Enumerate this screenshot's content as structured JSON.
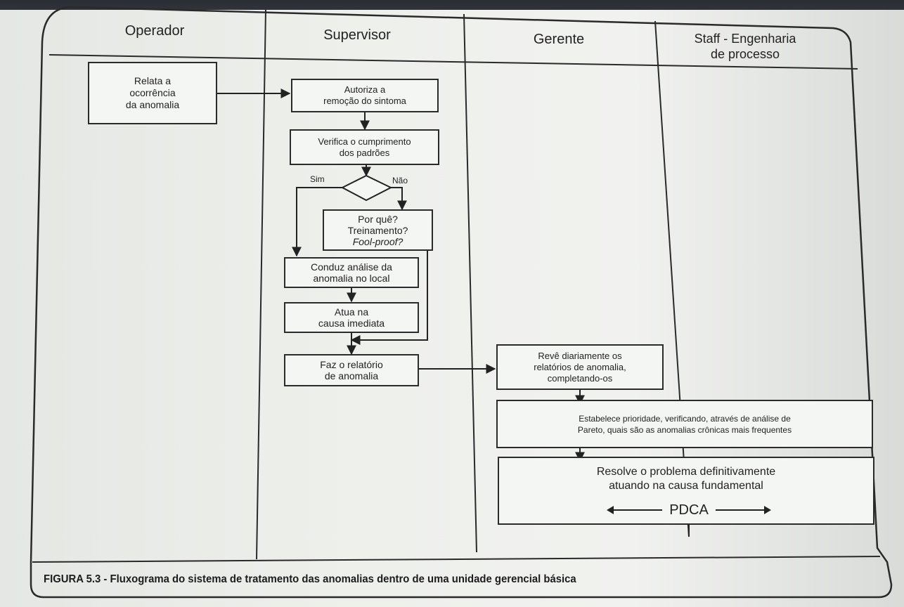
{
  "lanes": {
    "operador": "Operador",
    "supervisor": "Supervisor",
    "gerente": "Gerente",
    "staff": "Staff - Engenharia\nde processo"
  },
  "steps": {
    "relata": "Relata a\nocorrência\nda anomalia",
    "autoriza": "Autoriza a\nremoção do sintoma",
    "verifica": "Verifica o cumprimento\ndos padrões",
    "decisao_sim": "Sim",
    "decisao_nao": "Não",
    "porque_1": "Por quê?",
    "porque_2": "Treinamento?",
    "porque_3": "Fool-proof?",
    "conduz": "Conduz análise da\nanomalia no local",
    "atua": "Atua na\ncausa imediata",
    "faz_relatorio": "Faz o relatório\nde anomalia",
    "reve": "Revê diariamente os\nrelatórios de anomalia,\ncompletando-os",
    "estabelece": "Estabelece prioridade, verificando, através de análise de\nPareto, quais são as anomalias crônicas mais frequentes",
    "resolve": "Resolve o problema definitivamente\natuando na causa fundamental",
    "pdca": "PDCA"
  },
  "caption": "FIGURA 5.3 - Fluxograma do sistema de tratamento das anomalias dentro de uma unidade gerencial básica"
}
